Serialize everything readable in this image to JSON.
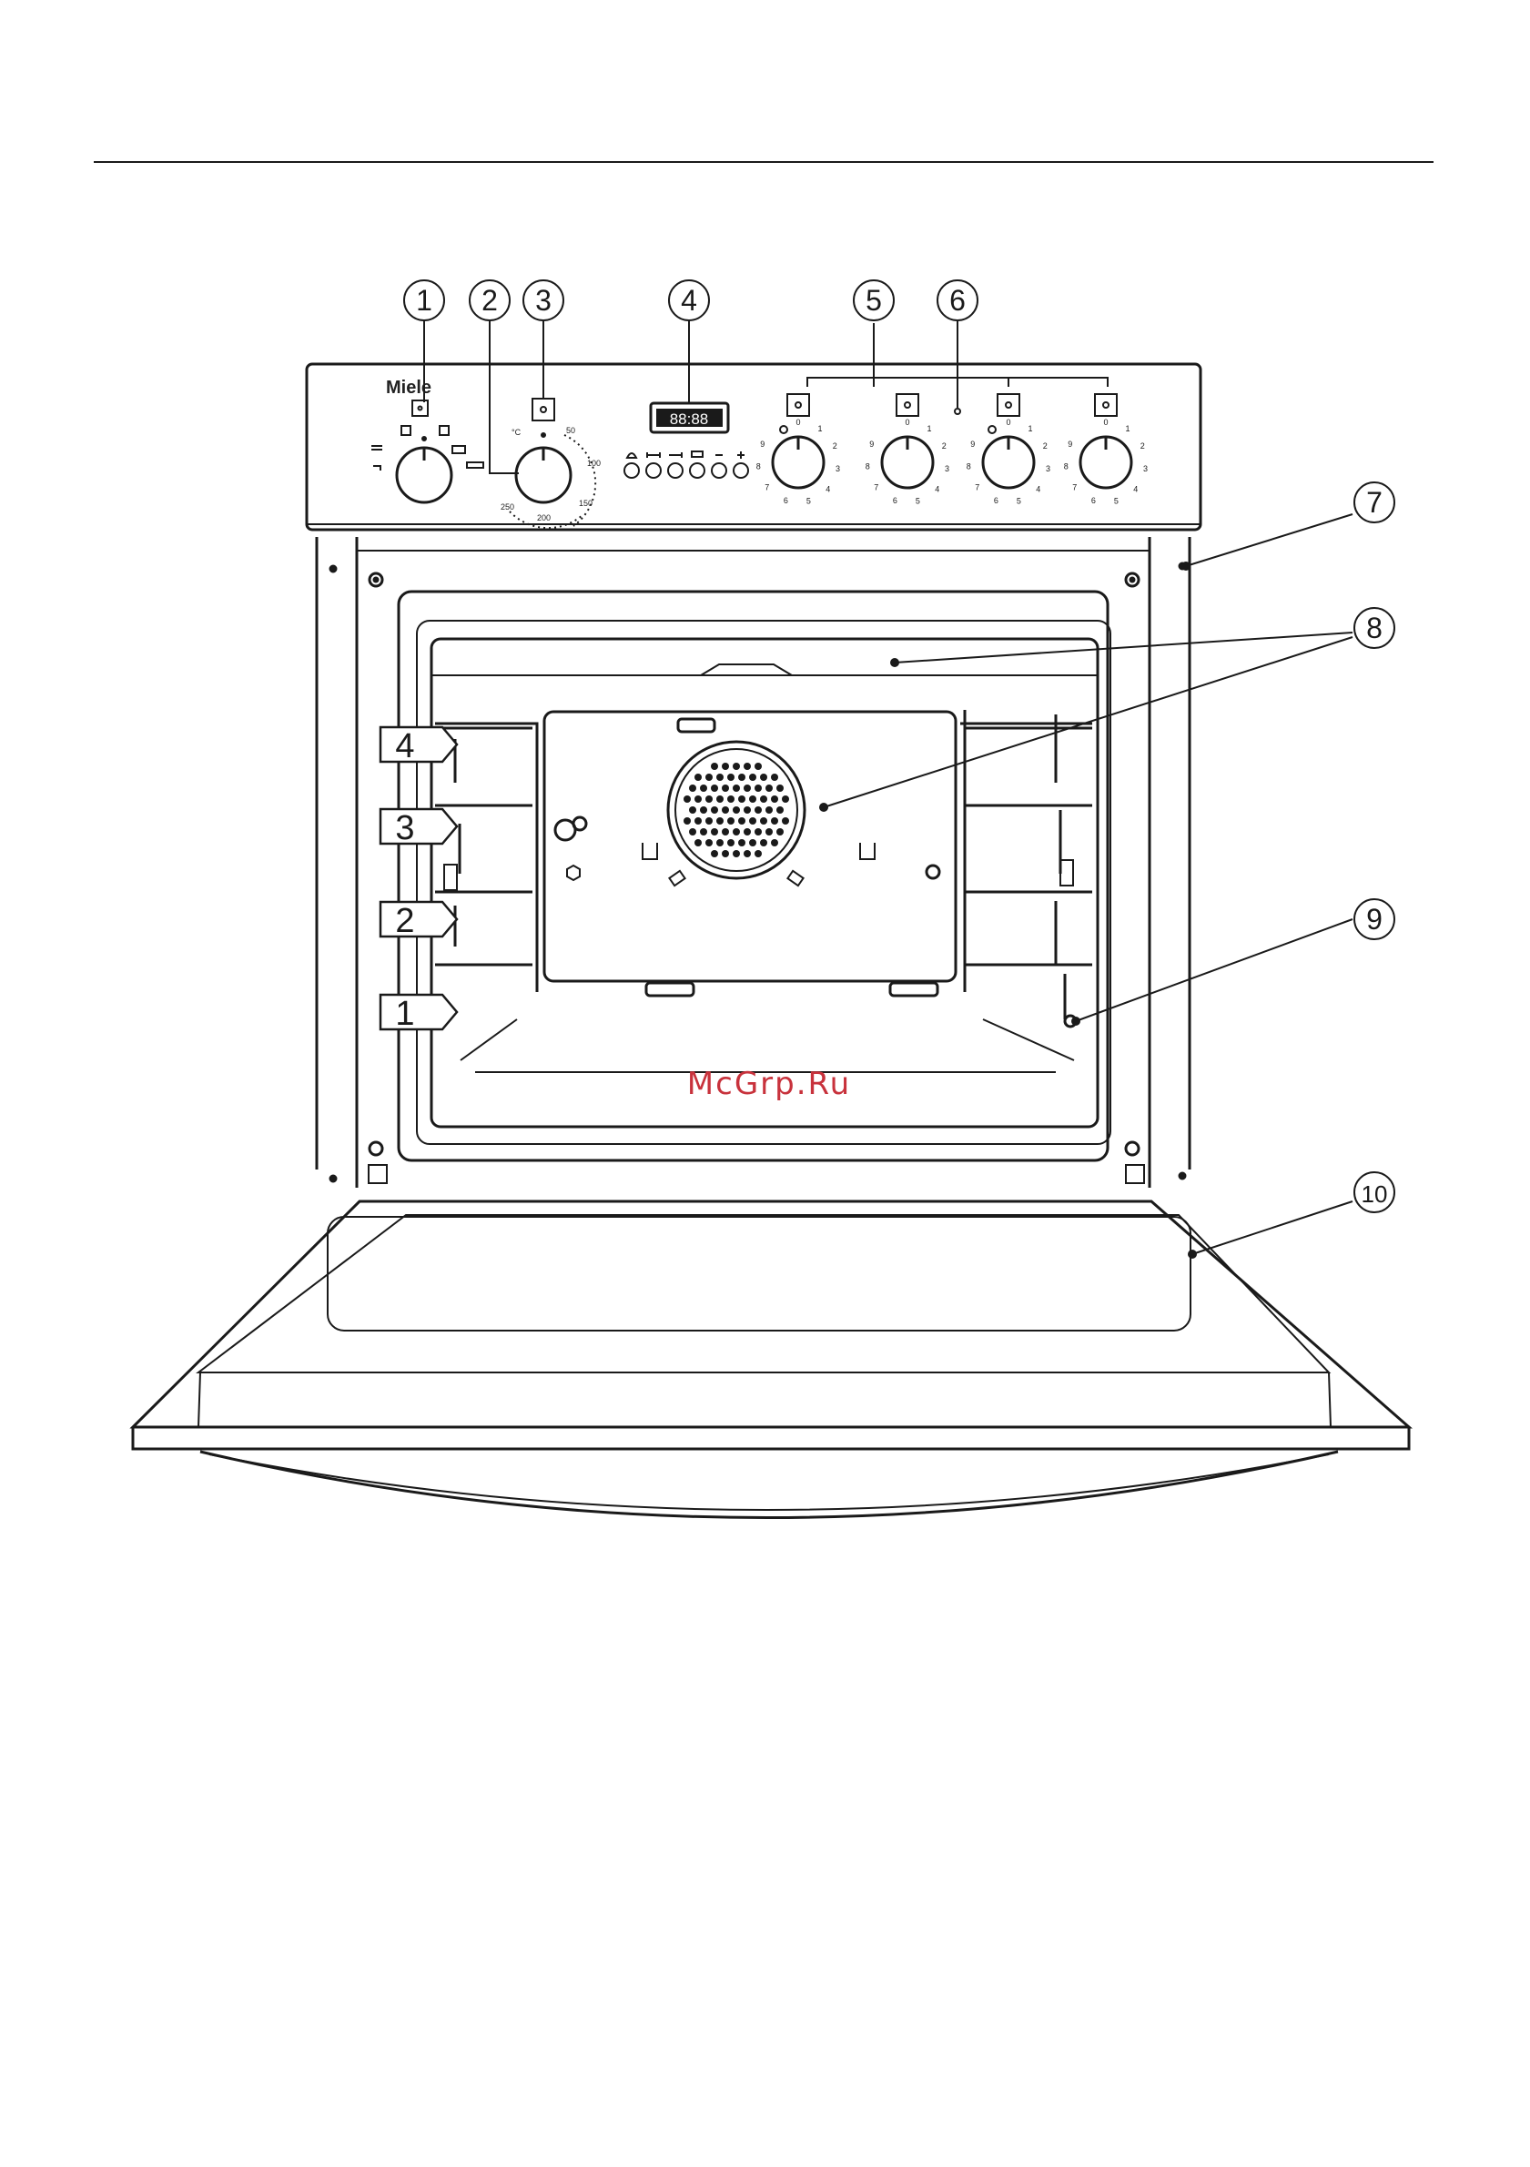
{
  "brand": "Miele",
  "display": {
    "digits": "88:88"
  },
  "callouts": [
    "1",
    "2",
    "3",
    "4",
    "5",
    "6",
    "7",
    "8",
    "9",
    "10"
  ],
  "shelf_levels": [
    "4",
    "3",
    "2",
    "1"
  ],
  "temperature_dial": {
    "unit": "°C",
    "marks": [
      "50",
      "100",
      "150",
      "200",
      "250"
    ]
  },
  "hob_dial_marks": [
    "0",
    "1",
    "2",
    "3",
    "4",
    "5",
    "6",
    "7",
    "8",
    "9"
  ],
  "watermark": "McGrp.Ru",
  "colors": {
    "line": "#1a1a1a",
    "watermark": "#c8323c",
    "background": "#ffffff"
  },
  "icons": [
    "oven-light-icon",
    "fan-icon",
    "grill-icon",
    "bell-icon",
    "duration-icon",
    "end-time-icon",
    "clock-icon",
    "minus-icon",
    "plus-icon"
  ]
}
